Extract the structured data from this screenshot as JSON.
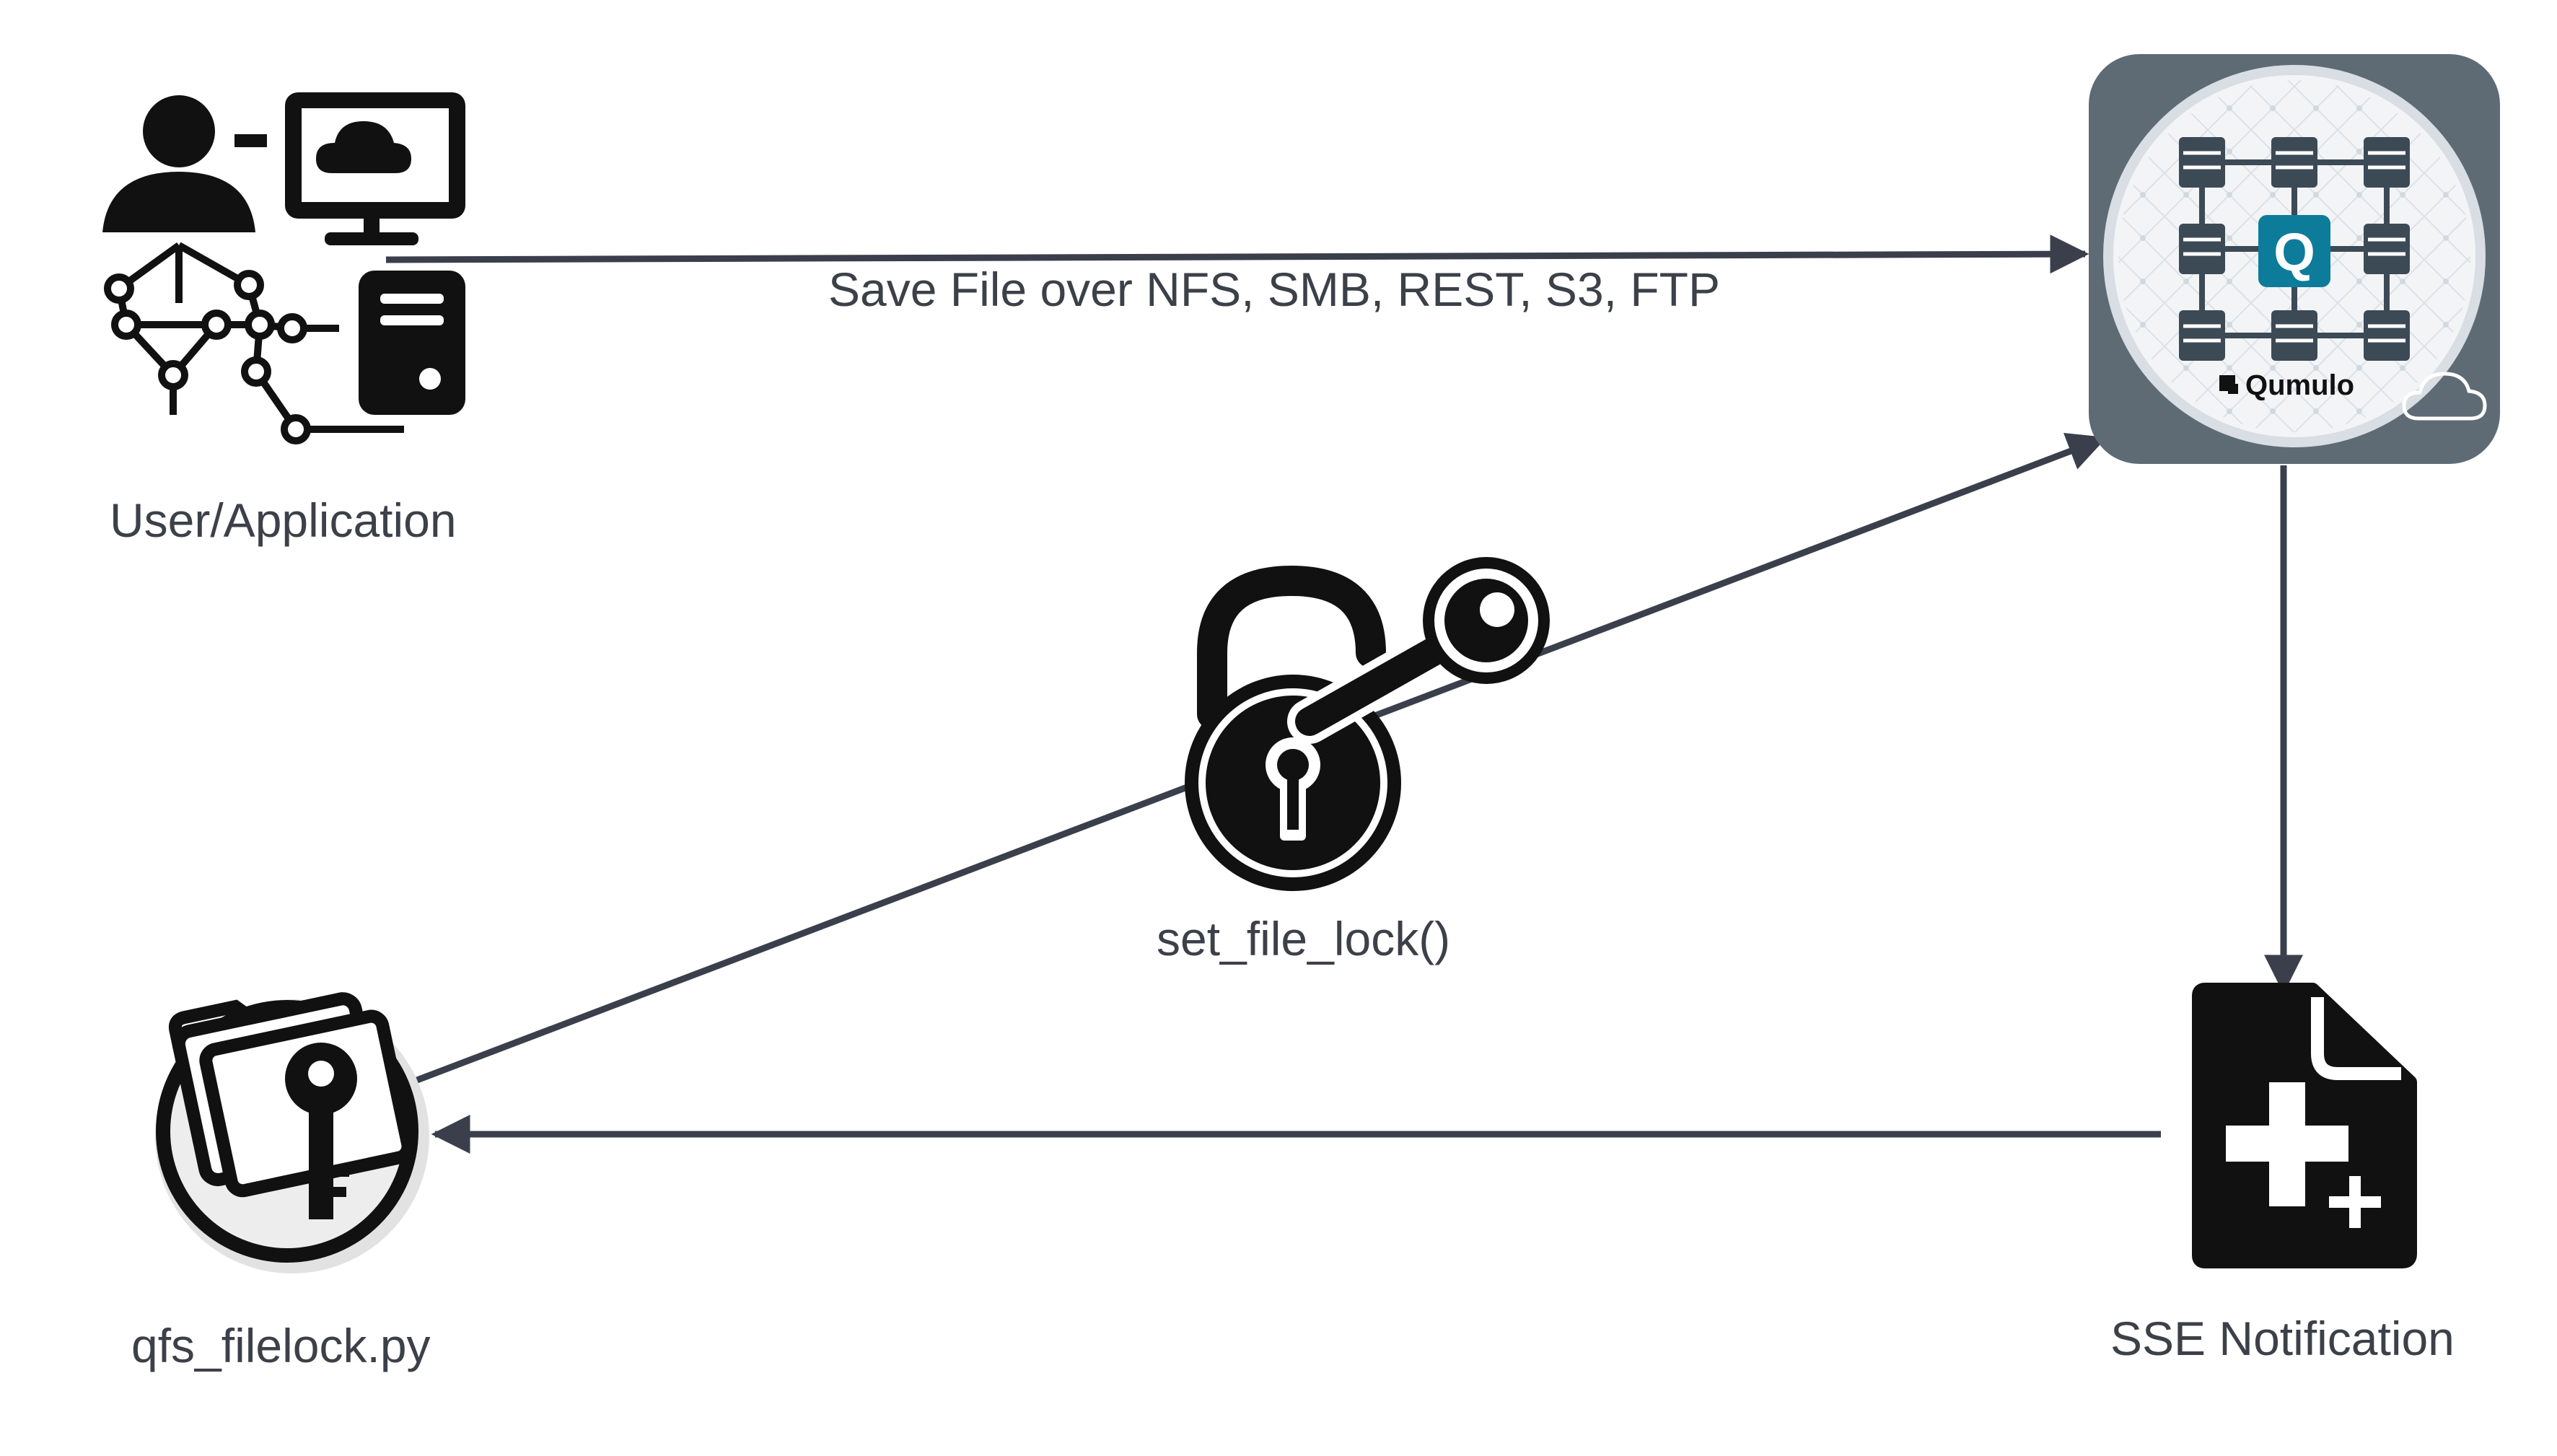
{
  "nodes": {
    "user_application": {
      "label": "User/Application",
      "icon": "user-computer-server-network-icon"
    },
    "qumulo": {
      "label": "Qumulo",
      "icon": "qumulo-cluster-icon",
      "badge_letter": "Q"
    },
    "set_file_lock": {
      "label": "set_file_lock()",
      "icon": "padlock-key-icon"
    },
    "qfs_filelock": {
      "label": "qfs_filelock.py",
      "icon": "folder-key-icon"
    },
    "sse_notification": {
      "label": "SSE Notification",
      "icon": "new-file-plus-icon"
    }
  },
  "edges": [
    {
      "from": "user_application",
      "to": "qumulo",
      "label": "Save File over NFS, SMB, REST, S3, FTP"
    },
    {
      "from": "qumulo",
      "to": "sse_notification",
      "label": ""
    },
    {
      "from": "sse_notification",
      "to": "qfs_filelock",
      "label": ""
    },
    {
      "from": "qfs_filelock",
      "to": "qumulo",
      "label": ""
    }
  ],
  "colors": {
    "line": "#3a3f4b",
    "text": "#3c4048",
    "qumulo_panel": "#5e6b75",
    "qumulo_accent": "#0d7c9a",
    "icon": "#111111"
  }
}
